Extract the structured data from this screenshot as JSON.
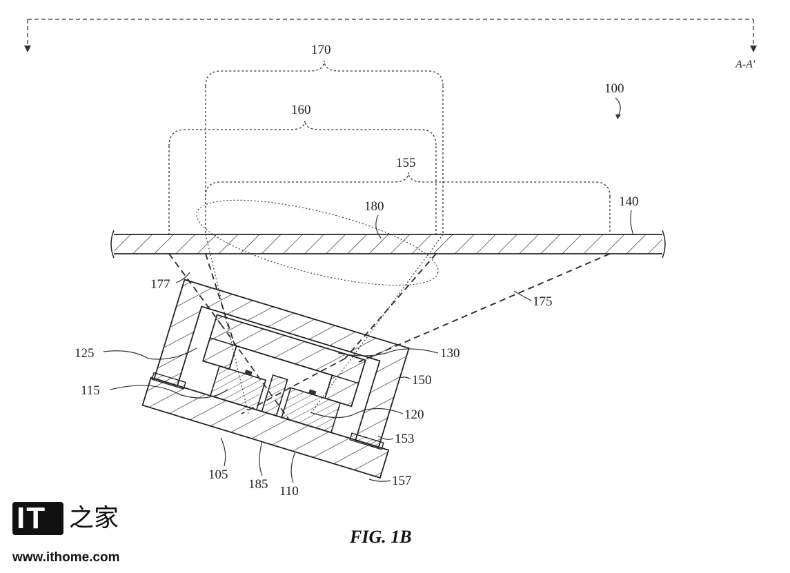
{
  "figure": {
    "title": "FIG. 1B",
    "section_label": "A-A′",
    "device_ref": "100"
  },
  "labels": {
    "l170": "170",
    "l160": "160",
    "l155": "155",
    "l180": "180",
    "l140": "140",
    "l100": "100",
    "l177": "177",
    "l175": "175",
    "l125": "125",
    "l130": "130",
    "l150": "150",
    "l115": "115",
    "l120": "120",
    "l153": "153",
    "l105": "105",
    "l185": "185",
    "l110": "110",
    "l157": "157"
  },
  "watermark": {
    "logo_text": "IT",
    "logo_chinese": "之家",
    "url": "www.ithome.com"
  }
}
